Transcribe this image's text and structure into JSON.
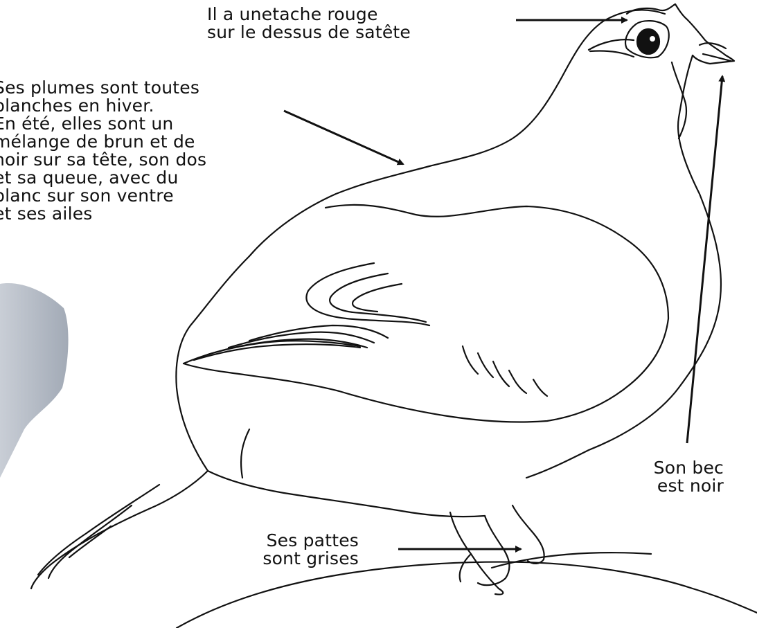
{
  "colors": {
    "outline": "#111111",
    "background": "#ffffff",
    "shape_gray": "#a9b1bd"
  },
  "labels": {
    "head_spot": [
      "Il a unetache rouge",
      "sur le dessus de satête"
    ],
    "feathers": [
      "Ses plumes sont toutes",
      "blanches en hiver.",
      "En été, elles sont un",
      "mélange de brun et de",
      "noir sur sa tête, son dos",
      "et sa queue, avec du",
      "blanc sur son ventre",
      "et ses ailes"
    ],
    "beak": [
      "Son bec",
      "est noir"
    ],
    "legs": [
      "Ses pattes",
      "sont grises"
    ]
  }
}
